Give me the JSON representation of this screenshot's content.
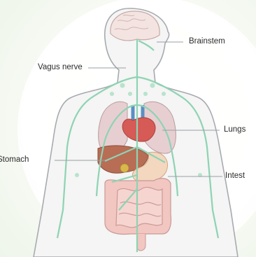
{
  "labels": {
    "brainstem": "Brainstem",
    "vagus_nerve": "Vagus nerve",
    "lungs": "Lungs",
    "stomach": "Stomach",
    "intestine": "Intest"
  },
  "colors": {
    "nerve": "#8ed3b4",
    "outline": "#a7aab0",
    "lung": "#e7cfd1",
    "heart": "#d65a55",
    "liver": "#b86d55",
    "stomach": "#f3d7bf",
    "intestine": "#f2c6c1",
    "brain": "#f3e4e1"
  }
}
